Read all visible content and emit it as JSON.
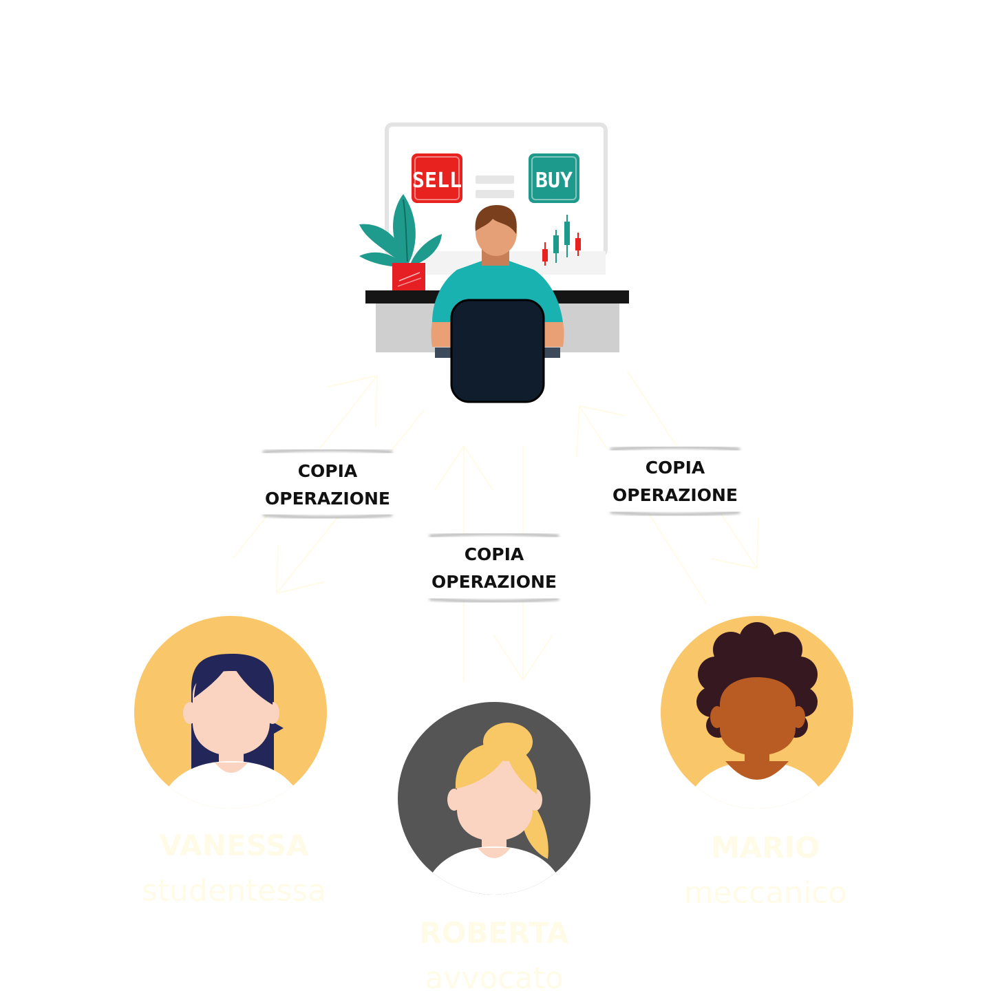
{
  "trader": {
    "sell_label": "SELL",
    "buy_label": "BUY"
  },
  "flows": [
    {
      "label_line1": "COPIA",
      "label_line2": "OPERAZIONE"
    },
    {
      "label_line1": "COPIA",
      "label_line2": "OPERAZIONE"
    },
    {
      "label_line1": "COPIA",
      "label_line2": "OPERAZIONE"
    }
  ],
  "followers": [
    {
      "name": "VANESSA",
      "role": "studentessa"
    },
    {
      "name": "ROBERTA",
      "role": "avvocato"
    },
    {
      "name": "MARIO",
      "role": "meccanico"
    }
  ],
  "colors": {
    "sell": "#e8221f",
    "buy": "#1e9a8c",
    "shirt": "#19b2b0",
    "chair": "#101d2c",
    "avatar_bg_yellow": "#f9c66a",
    "avatar_bg_gray": "#555555",
    "skin_light": "#fad4c0",
    "skin_dark": "#b95c24",
    "hair_navy": "#222658",
    "hair_blonde": "#f8c766",
    "hair_dark": "#351820",
    "arrow": "#fffbe6",
    "leaf": "#1f9b8d",
    "pot": "#e61f24"
  }
}
